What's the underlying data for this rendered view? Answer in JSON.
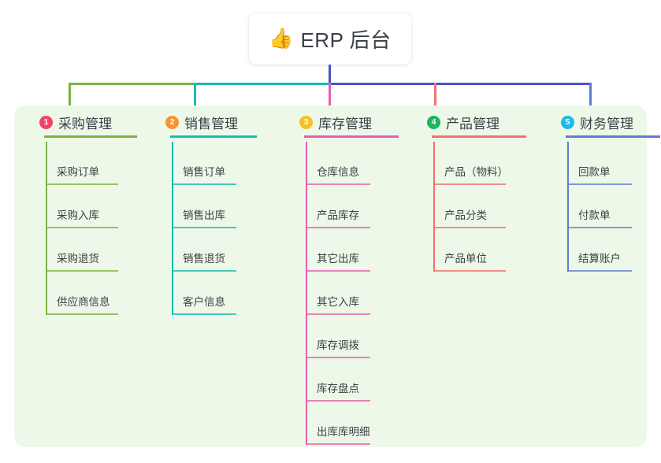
{
  "root": {
    "icon": "thumbs-up-icon",
    "emoji": "👍",
    "title": "ERP 后台"
  },
  "theme": {
    "panel_bg": "#eef8e9",
    "page_bg": "#ffffff",
    "stem_color": "#4a54c4",
    "text_color": "#3c4043"
  },
  "columns": [
    {
      "number": "1",
      "title": "采购管理",
      "badge_color": "#f0436b",
      "line_color": "#7cb342",
      "items": [
        "采购订单",
        "采购入库",
        "采购退货",
        "供应商信息"
      ]
    },
    {
      "number": "2",
      "title": "销售管理",
      "badge_color": "#f79331",
      "line_color": "#18bdb0",
      "items": [
        "销售订单",
        "销售出库",
        "销售退货",
        "客户信息"
      ]
    },
    {
      "number": "3",
      "title": "库存管理",
      "badge_color": "#f6c026",
      "line_color": "#e561ad",
      "items": [
        "仓库信息",
        "产品库存",
        "其它出库",
        "其它入库",
        "库存调拨",
        "库存盘点",
        "出库库明细"
      ]
    },
    {
      "number": "4",
      "title": "产品管理",
      "badge_color": "#1bb55c",
      "line_color": "#f4706a",
      "items": [
        "产品（物料）",
        "产品分类",
        "产品单位"
      ]
    },
    {
      "number": "5",
      "title": "财务管理",
      "badge_color": "#22b8e8",
      "line_color": "#5b7fd4",
      "items": [
        "回款单",
        "付款单",
        "结算账户"
      ]
    }
  ],
  "connectors": {
    "stem_color": "#4a54c4",
    "bar_segments": [
      {
        "color": "#7cb342"
      },
      {
        "color": "#18bdb0"
      },
      {
        "color": "#4a54c4"
      },
      {
        "color": "#4a54c4"
      }
    ],
    "drop_colors": [
      "#7cb342",
      "#18bdb0",
      "#e561ad",
      "#f4706a",
      "#5b7fd4"
    ]
  }
}
